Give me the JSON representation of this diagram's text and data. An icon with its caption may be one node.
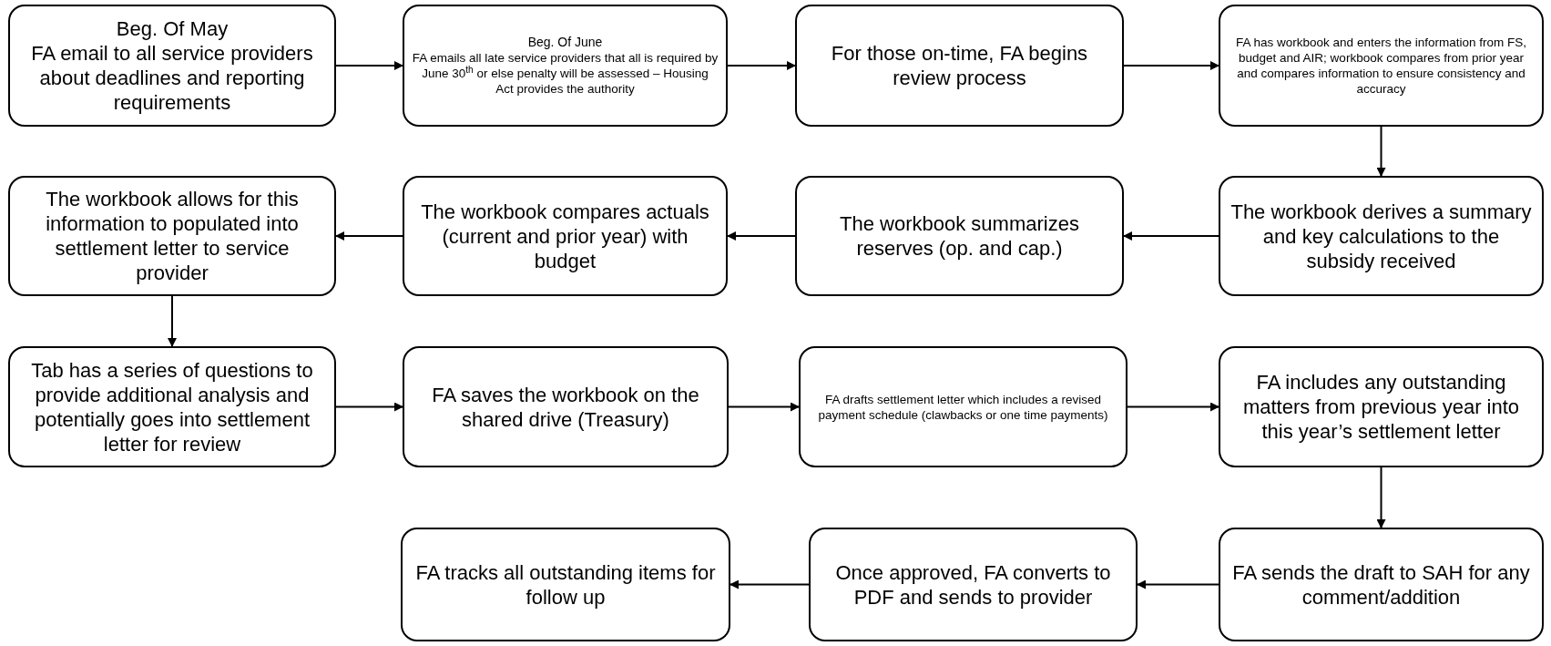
{
  "diagram": {
    "nodes": [
      {
        "text": [
          "Beg. Of May",
          "FA email to all service providers about deadlines and reporting requirements"
        ]
      },
      {
        "text": [
          "Beg. Of June",
          "FA emails all late service providers that all is required by June 30$^{th}$ or else penalty will be assessed – Housing Act provides the authority"
        ]
      },
      {
        "text": [
          "For those on-time, FA begins review process"
        ]
      },
      {
        "text": [
          "FA has workbook and enters the information from FS, budget and AIR; workbook compares from prior year and compares information to ensure consistency and accuracy"
        ]
      },
      {
        "text": [
          "The workbook derives a summary and key calculations to the subsidy received"
        ]
      },
      {
        "text": [
          "The workbook summarizes reserves (op. and cap.)"
        ]
      },
      {
        "text": [
          "The workbook compares actuals (current and prior year) with budget"
        ]
      },
      {
        "text": [
          "The workbook allows for this information to populated into settlement letter to service provider"
        ]
      },
      {
        "text": [
          "Tab has a series of questions to provide additional analysis and potentially goes into settlement letter for review"
        ]
      },
      {
        "text": [
          "FA saves the workbook on the shared drive (Treasury)"
        ]
      },
      {
        "text": [
          "FA drafts settlement letter which includes a revised payment schedule (clawbacks or one time payments)"
        ]
      },
      {
        "text": [
          "FA includes any outstanding matters from previous year into this year’s settlement letter"
        ]
      },
      {
        "text": [
          "FA sends the draft to SAH for any comment/addition"
        ]
      },
      {
        "text": [
          "Once approved, FA converts to PDF and sends to provider"
        ]
      },
      {
        "text": [
          "FA tracks all outstanding items for follow up"
        ]
      }
    ],
    "edges": [
      {
        "from": 0,
        "to": 1,
        "arrow": "to"
      },
      {
        "from": 1,
        "to": 2,
        "arrow": "to"
      },
      {
        "from": 2,
        "to": 3,
        "arrow": "to"
      },
      {
        "from": 3,
        "to": 4,
        "arrow": "to"
      },
      {
        "from": 4,
        "to": 5,
        "arrow": "to"
      },
      {
        "from": 5,
        "to": 6,
        "arrow": "to"
      },
      {
        "from": 6,
        "to": 7,
        "arrow": "to"
      },
      {
        "from": 7,
        "to": 8,
        "arrow": "to"
      },
      {
        "from": 8,
        "to": 9,
        "arrow": "to"
      },
      {
        "from": 9,
        "to": 10,
        "arrow": "to"
      },
      {
        "from": 10,
        "to": 11,
        "arrow": "to"
      },
      {
        "from": 11,
        "to": 12,
        "arrow": "to"
      },
      {
        "from": 12,
        "to": 13,
        "arrow": "to"
      },
      {
        "from": 13,
        "to": 14,
        "arrow": "to"
      }
    ]
  }
}
